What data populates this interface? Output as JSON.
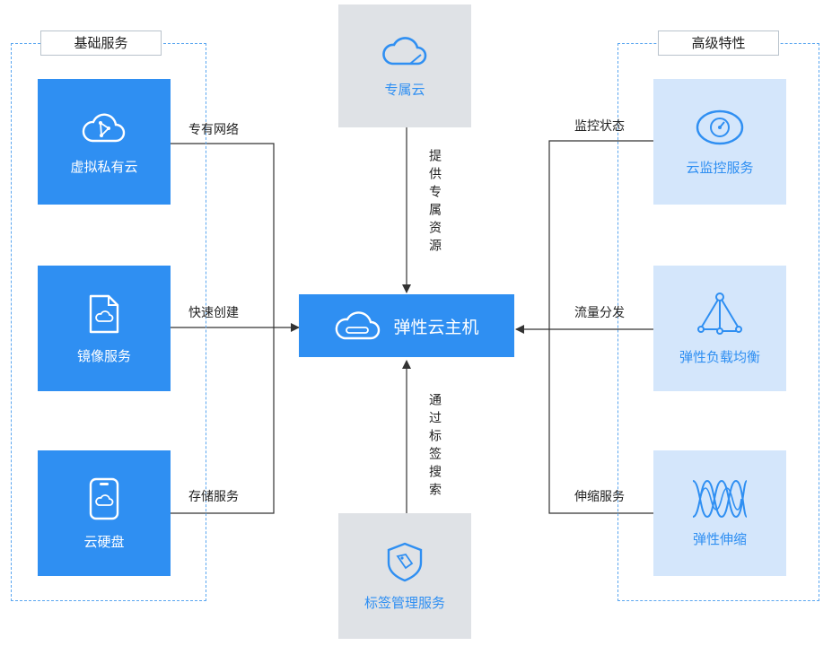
{
  "groups": {
    "basic": {
      "title": "基础服务"
    },
    "advanced": {
      "title": "高级特性"
    }
  },
  "services": {
    "vpc": {
      "label": "虚拟私有云",
      "icon": "cloud-network-icon"
    },
    "image": {
      "label": "镜像服务",
      "icon": "image-file-icon"
    },
    "disk": {
      "label": "云硬盘",
      "icon": "disk-icon"
    },
    "dedicated": {
      "label": "专属云",
      "icon": "dedicated-cloud-icon"
    },
    "ecs": {
      "label": "弹性云主机",
      "icon": "server-cloud-icon"
    },
    "tms": {
      "label": "标签管理服务",
      "icon": "tag-icon"
    },
    "ces": {
      "label": "云监控服务",
      "icon": "eye-monitor-icon"
    },
    "elb": {
      "label": "弹性负载均衡",
      "icon": "load-balancer-icon"
    },
    "as": {
      "label": "弹性伸缩",
      "icon": "scaling-wave-icon"
    }
  },
  "edges": {
    "vpc_to_ecs": "专有网络",
    "image_to_ecs": "快速创建",
    "disk_to_ecs": "存储服务",
    "dedicated_to_ecs": "提供专属资源",
    "tms_to_ecs": "通过标签搜索",
    "ces_to_ecs": "监控状态",
    "elb_to_ecs": "流量分发",
    "as_to_ecs": "伸缩服务"
  },
  "colors": {
    "primary": "#2f8ff2",
    "light": "#d4e6fb",
    "grey": "#dfe2e6",
    "dashed_border": "#5aa6f0",
    "line": "#333333"
  }
}
